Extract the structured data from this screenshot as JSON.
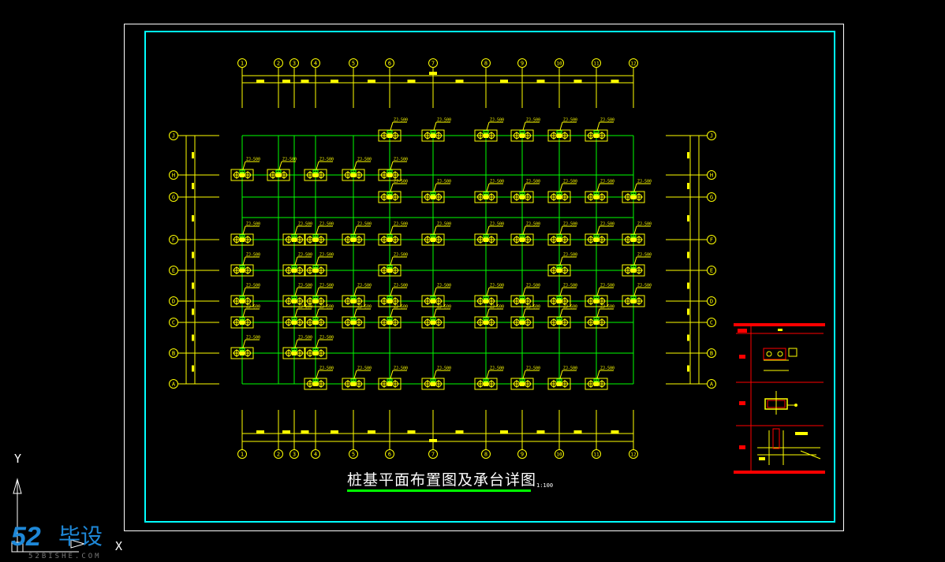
{
  "drawing": {
    "title": "桩基平面布置图及承台详图",
    "scale_note": "1:100",
    "pile_label": "ZJ-500",
    "colors": {
      "background": "#000000",
      "frame_outer": "#ffffff",
      "frame_inner": "#00ffff",
      "axis": "#ffff00",
      "grid": "#00ff00",
      "detail": "#ff0000"
    },
    "columns": [
      "1",
      "2",
      "3",
      "4",
      "5",
      "6",
      "7",
      "8",
      "9",
      "10",
      "11",
      "12"
    ],
    "rows": [
      "J",
      "H",
      "G",
      "F",
      "E",
      "D",
      "C",
      "B",
      "A"
    ],
    "piles": {
      "J": [
        "6",
        "7",
        "8",
        "9",
        "10",
        "11"
      ],
      "H": [
        "1",
        "2",
        "4",
        "5",
        "6"
      ],
      "G": [
        "6",
        "7",
        "8",
        "9",
        "10",
        "11",
        "12"
      ],
      "F": [
        "1",
        "3",
        "4",
        "5",
        "6",
        "7",
        "8",
        "9",
        "10",
        "11",
        "12"
      ],
      "E": [
        "1",
        "3",
        "4",
        "6",
        "10",
        "12"
      ],
      "D": [
        "1",
        "3",
        "4",
        "5",
        "6",
        "7",
        "8",
        "9",
        "10",
        "11",
        "12"
      ],
      "C": [
        "1",
        "3",
        "4",
        "5",
        "6",
        "7",
        "8",
        "9",
        "10",
        "11"
      ],
      "B": [
        "1",
        "3",
        "4"
      ],
      "A": [
        "4",
        "5",
        "6",
        "7",
        "8",
        "9",
        "10",
        "11"
      ]
    }
  },
  "ucs": {
    "y_label": "Y",
    "x_label": "X"
  },
  "watermark": {
    "number": "52",
    "chinese": "毕设",
    "url": "52BISHE.COM"
  }
}
